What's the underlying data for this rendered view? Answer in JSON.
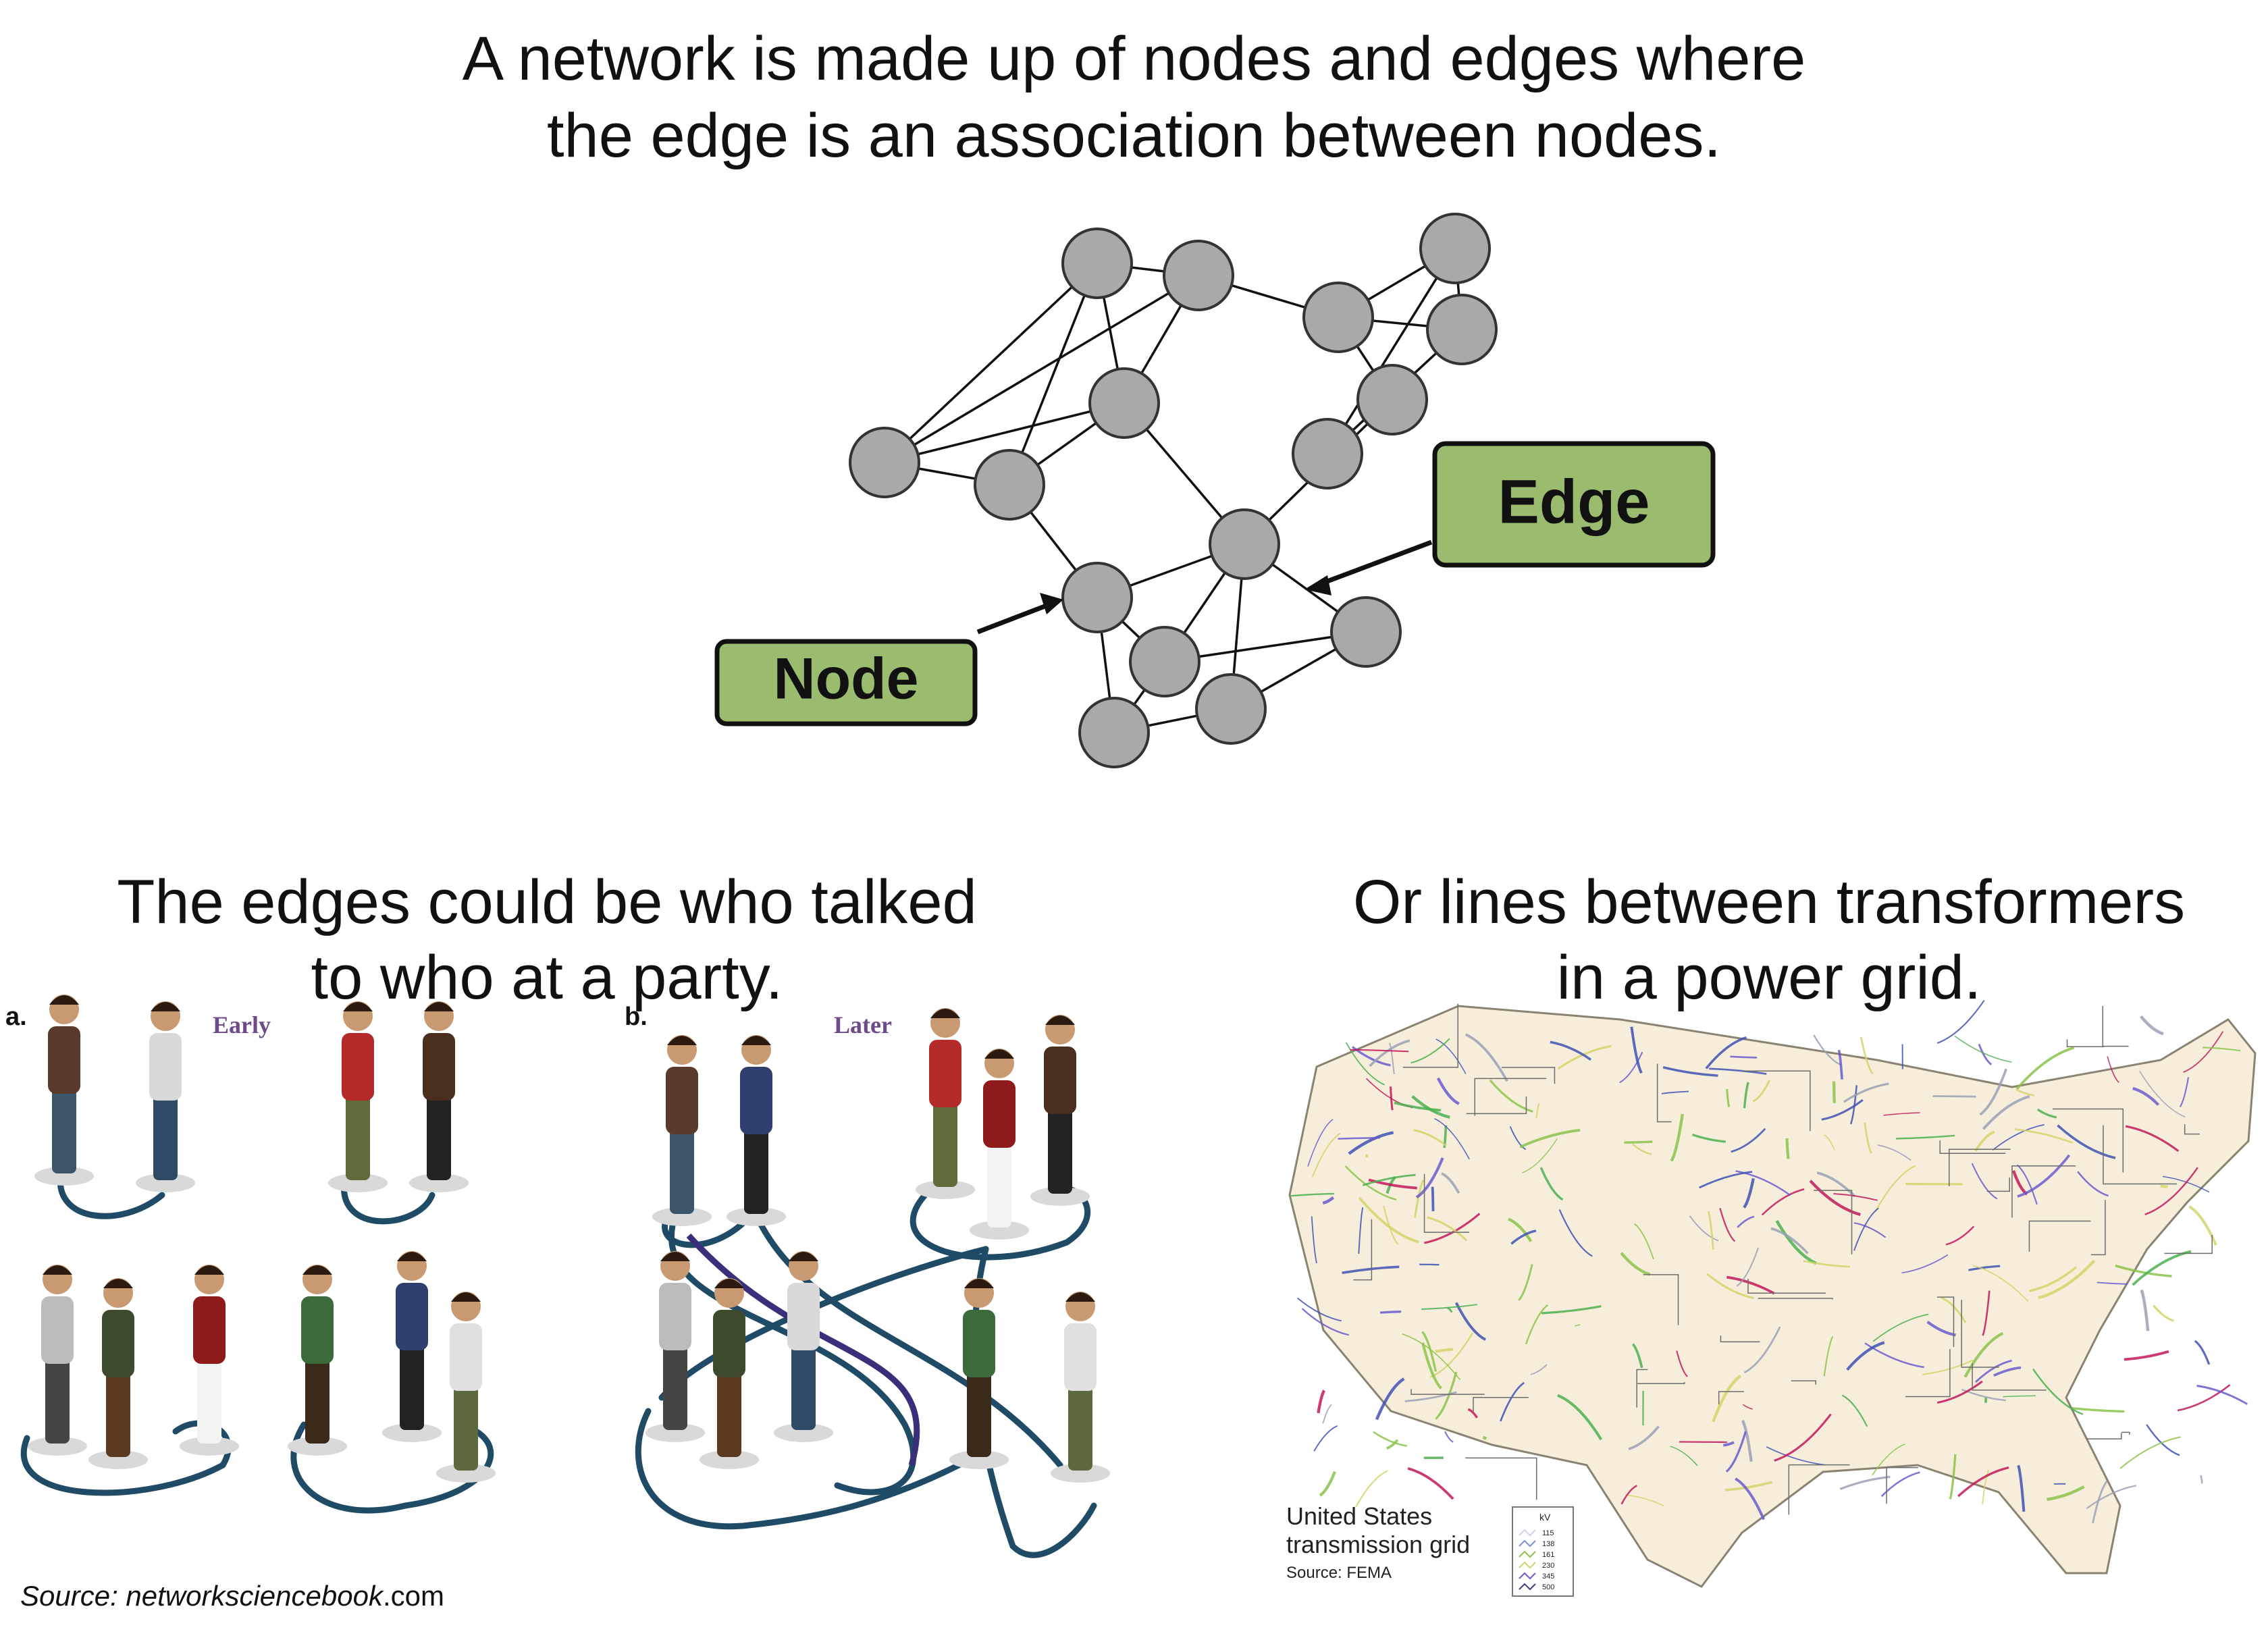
{
  "headline": {
    "line1": "A network is made up of nodes and edges where",
    "line2": "the edge is an association between nodes."
  },
  "diagram": {
    "node_label": "Node",
    "edge_label": "Edge",
    "callout_fill": "#9bbb6e",
    "node_fill": "#a9a9a9"
  },
  "party": {
    "caption_line1": "The edges could be who talked",
    "caption_line2": "to who at a party.",
    "panel_a_letter": "a.",
    "panel_a_tag": "Early",
    "panel_b_letter": "b.",
    "panel_b_tag": "Later",
    "source_prefix": "Source: networksciencebook",
    "source_suffix": ".com"
  },
  "grid": {
    "caption_line1": "Or lines between transformers",
    "caption_line2": "in a power grid.",
    "map_title_line1": "United States",
    "map_title_line2": "transmission grid",
    "map_source": "Source: FEMA",
    "legend_title": "kV",
    "legend_levels": [
      "115",
      "138",
      "161",
      "230",
      "345",
      "500"
    ]
  }
}
